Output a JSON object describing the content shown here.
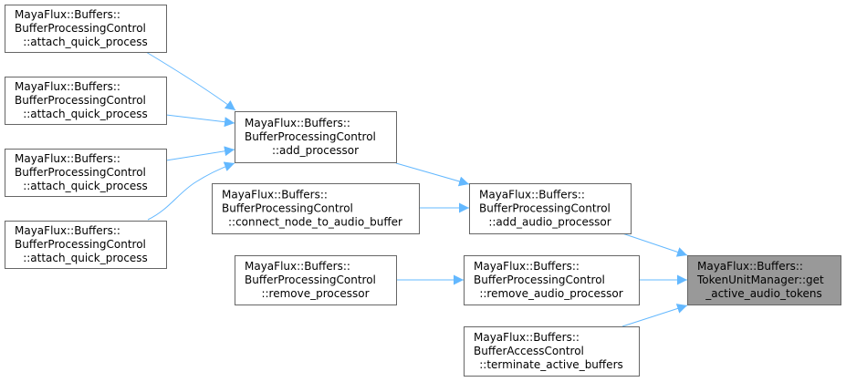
{
  "graph": {
    "type": "caller-graph",
    "nodes": [
      {
        "id": "a1",
        "lines": [
          "MayaFlux::Buffers::",
          "BufferProcessingControl",
          "::attach_quick_process"
        ]
      },
      {
        "id": "a2",
        "lines": [
          "MayaFlux::Buffers::",
          "BufferProcessingControl",
          "::attach_quick_process"
        ]
      },
      {
        "id": "a3",
        "lines": [
          "MayaFlux::Buffers::",
          "BufferProcessingControl",
          "::attach_quick_process"
        ]
      },
      {
        "id": "a4",
        "lines": [
          "MayaFlux::Buffers::",
          "BufferProcessingControl",
          "::attach_quick_process"
        ]
      },
      {
        "id": "b",
        "lines": [
          "MayaFlux::Buffers::",
          "BufferProcessingControl",
          "::add_processor"
        ]
      },
      {
        "id": "c",
        "lines": [
          "MayaFlux::Buffers::",
          "BufferProcessingControl",
          "::connect_node_to_audio_buffer"
        ]
      },
      {
        "id": "d",
        "lines": [
          "MayaFlux::Buffers::",
          "BufferProcessingControl",
          "::add_audio_processor"
        ]
      },
      {
        "id": "e",
        "lines": [
          "MayaFlux::Buffers::",
          "BufferProcessingControl",
          "::remove_processor"
        ]
      },
      {
        "id": "f",
        "lines": [
          "MayaFlux::Buffers::",
          "BufferProcessingControl",
          "::remove_audio_processor"
        ]
      },
      {
        "id": "g",
        "lines": [
          "MayaFlux::Buffers::",
          "BufferAccessControl",
          "::terminate_active_buffers"
        ]
      },
      {
        "id": "h",
        "lines": [
          "MayaFlux::Buffers::",
          "TokenUnitManager::get",
          "_active_audio_tokens"
        ],
        "highlighted": true
      }
    ],
    "edges": [
      {
        "from": "a1",
        "to": "b"
      },
      {
        "from": "a2",
        "to": "b"
      },
      {
        "from": "a3",
        "to": "b"
      },
      {
        "from": "a4",
        "to": "b"
      },
      {
        "from": "b",
        "to": "d"
      },
      {
        "from": "c",
        "to": "d"
      },
      {
        "from": "d",
        "to": "h"
      },
      {
        "from": "e",
        "to": "f"
      },
      {
        "from": "f",
        "to": "h"
      },
      {
        "from": "g",
        "to": "h"
      }
    ],
    "colors": {
      "edge": "#63b8ff",
      "highlight_fill": "#999999",
      "border": "#666666"
    }
  }
}
